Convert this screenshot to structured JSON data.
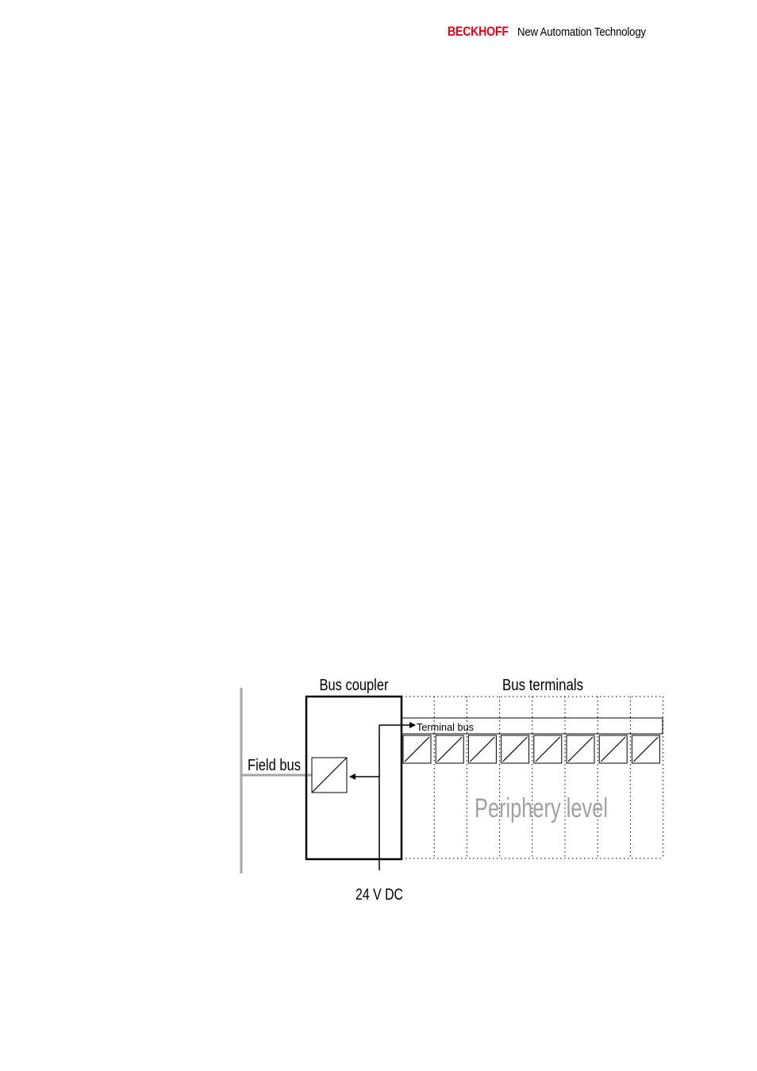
{
  "header": {
    "brand": "BECKHOFF",
    "tagline": "New Automation Technology",
    "brand_color": "#e2001a"
  },
  "diagram": {
    "bus_coupler_label": "Bus coupler",
    "bus_terminals_label": "Bus terminals",
    "terminal_bus_label": "Terminal bus",
    "field_bus_label": "Field bus",
    "periphery_label": "Periphery level",
    "power_label": "24 V DC",
    "terminal_count": 8,
    "field_bus_color": "#a6a6a6",
    "periphery_text_color": "#a0a0a0"
  }
}
